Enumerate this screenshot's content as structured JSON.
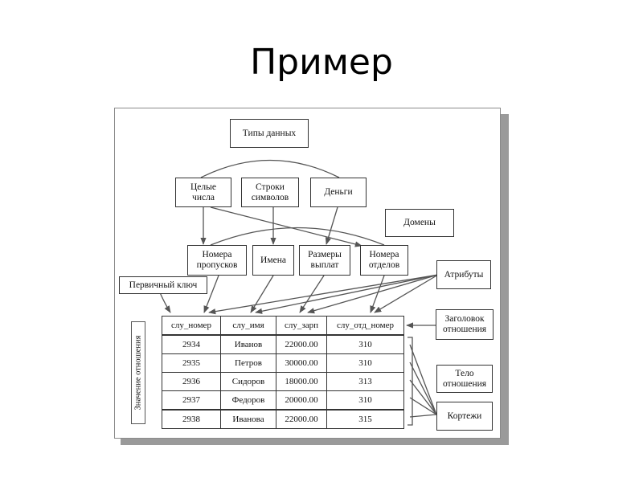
{
  "title": "Пример",
  "nodes": {
    "types": "Типы данных",
    "integers": "Целые\nчисла",
    "strings": "Строки\nсимволов",
    "money": "Деньги",
    "domains": "Домены",
    "pass_numbers": "Номера\nпропусков",
    "names": "Имена",
    "salaries": "Размеры\nвыплат",
    "dept_numbers": "Номера\nотделов",
    "primary_key": "Первичный ключ",
    "attributes": "Атрибуты",
    "header": "Заголовок\nотношения",
    "body": "Тело\nотношения",
    "tuples": "Кортежи",
    "relation_value": "Значение отношения"
  },
  "table": {
    "columns": [
      "слу_номер",
      "слу_имя",
      "слу_зарп",
      "слу_отд_номер"
    ],
    "rows": [
      [
        "2934",
        "Иванов",
        "22000.00",
        "310"
      ],
      [
        "2935",
        "Петров",
        "30000.00",
        "310"
      ],
      [
        "2936",
        "Сидоров",
        "18000.00",
        "313"
      ],
      [
        "2937",
        "Федоров",
        "20000.00",
        "310"
      ],
      [
        "2938",
        "Иванова",
        "22000.00",
        "315"
      ]
    ]
  },
  "colors": {
    "line": "#555555",
    "shadow": "#9a9a9a",
    "border": "#333333"
  }
}
